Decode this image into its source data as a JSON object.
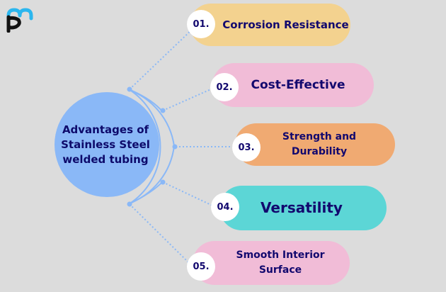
{
  "logo": {
    "icon": "pm-logo-icon",
    "colors": {
      "top": "#2bb6ee",
      "bottom": "#111111"
    }
  },
  "hub": {
    "title": "Advantages of Stainless Steel welded tubing",
    "color": "#8ab8f7"
  },
  "colors": {
    "text": "#12086e",
    "connector": "#8ab8f7",
    "background": "#dcdcdc"
  },
  "items": [
    {
      "number": "01.",
      "label": "Corrosion Resistance",
      "color": "#f3d28f"
    },
    {
      "number": "02.",
      "label": "Cost-Effective",
      "color": "#f1bcd7"
    },
    {
      "number": "03.",
      "label": "Strength and Durability",
      "color": "#f0aa72"
    },
    {
      "number": "04.",
      "label": "Versatility",
      "color": "#5cd6d6"
    },
    {
      "number": "05.",
      "label": "Smooth Interior Surface",
      "color": "#f1bcd7"
    }
  ]
}
